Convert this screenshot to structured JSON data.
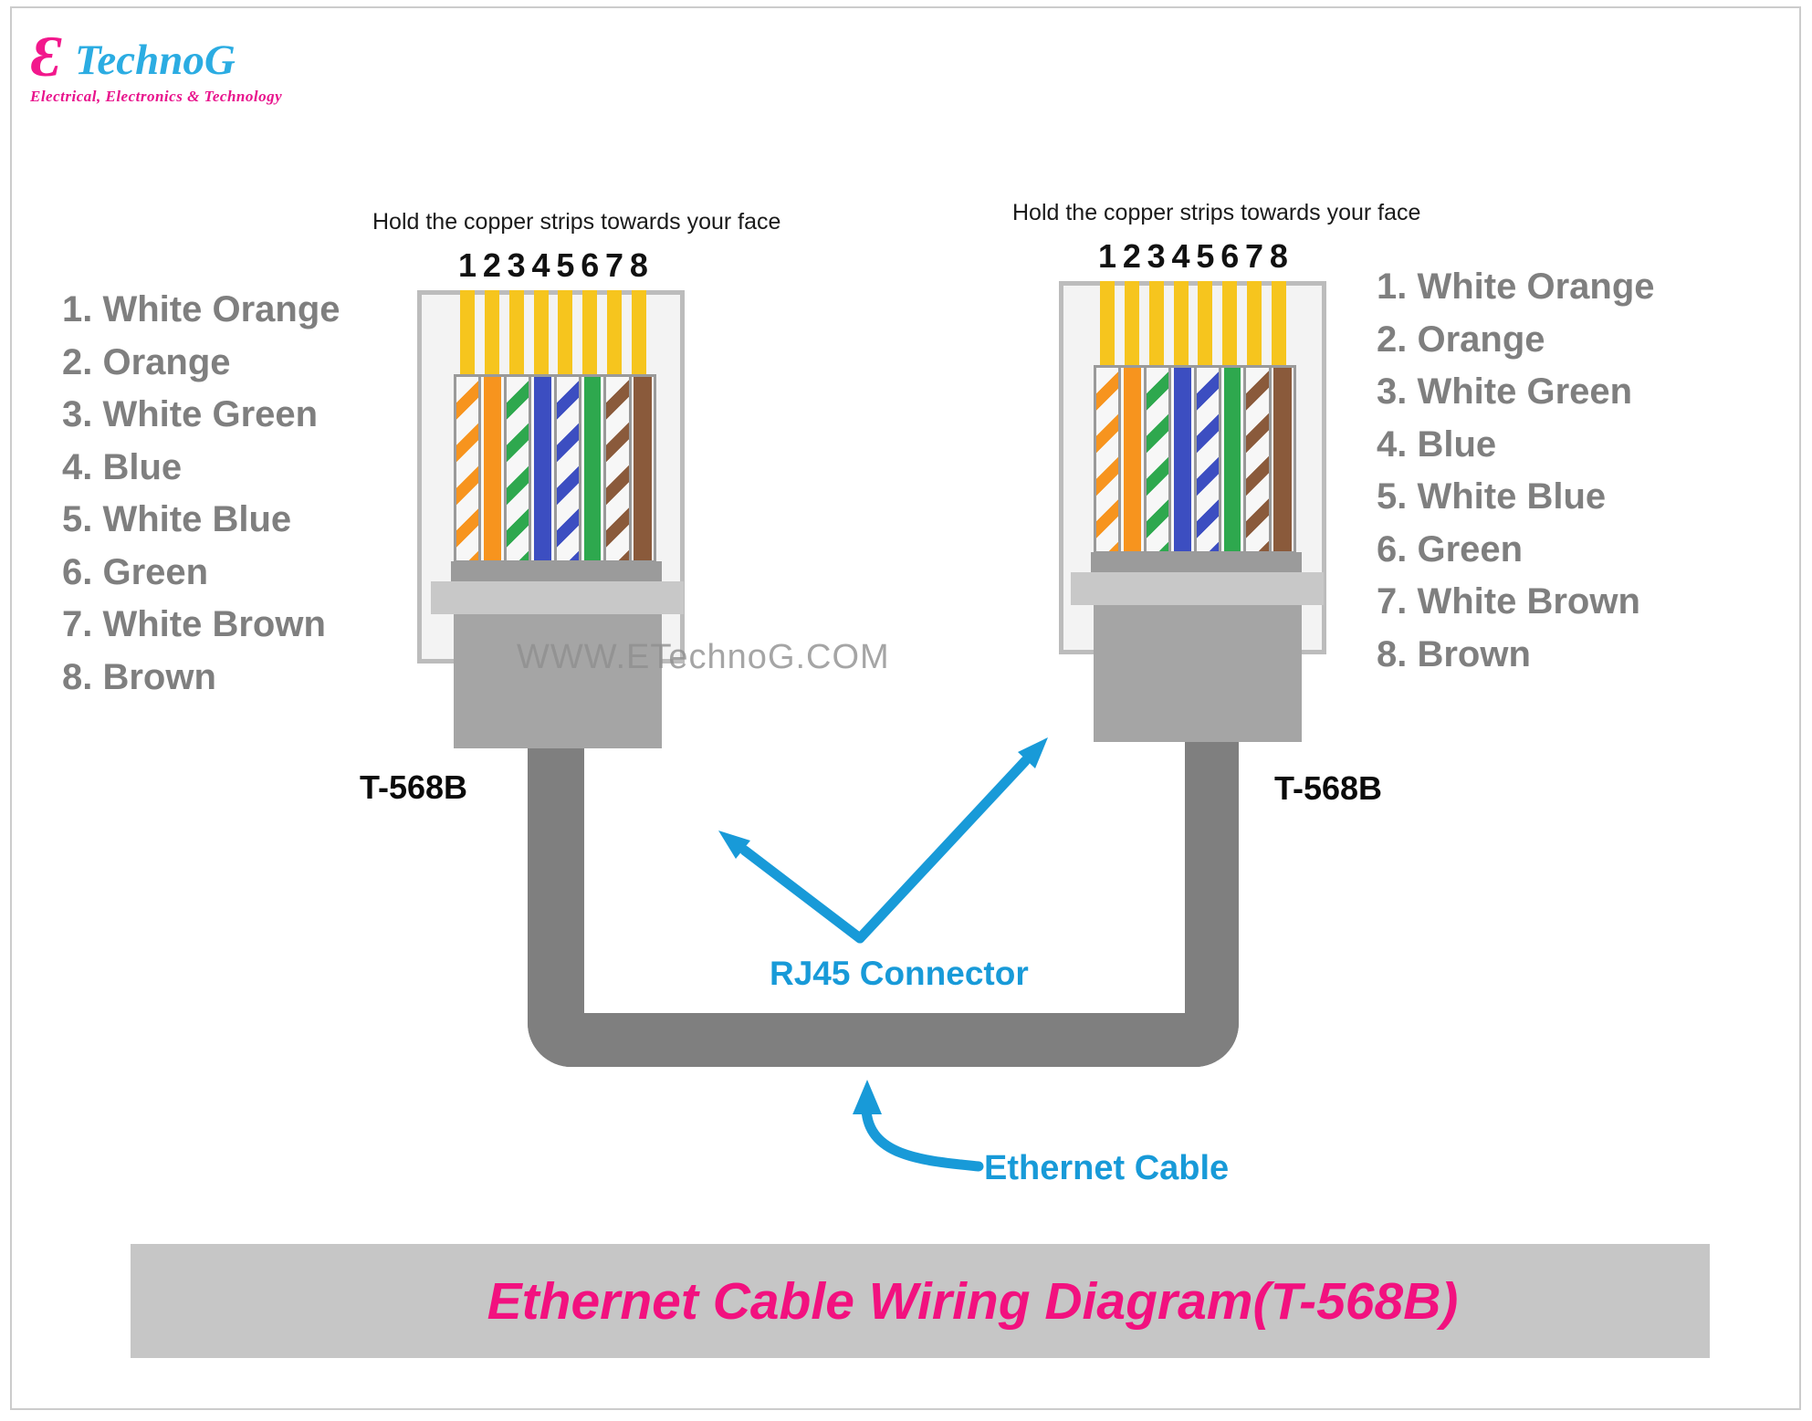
{
  "brand": {
    "initial": "Ɛ",
    "name_rest": "TechnoG",
    "tagline": "Electrical, Electronics & Technology"
  },
  "instructions": {
    "hold": "Hold the copper strips towards your face"
  },
  "pin_numbers": [
    "1",
    "2",
    "3",
    "4",
    "5",
    "6",
    "7",
    "8"
  ],
  "wire_list": [
    "1. White Orange",
    "2. Orange",
    "3. White Green",
    "4. Blue",
    "5. White Blue",
    "6. Green",
    "7. White Brown",
    "8. Brown"
  ],
  "wiring_t568b": [
    {
      "pin": 1,
      "color": "White Orange",
      "style": "striped",
      "hex": "#f7941e"
    },
    {
      "pin": 2,
      "color": "Orange",
      "style": "solid",
      "hex": "#f7941e"
    },
    {
      "pin": 3,
      "color": "White Green",
      "style": "striped",
      "hex": "#2ea84e"
    },
    {
      "pin": 4,
      "color": "Blue",
      "style": "solid",
      "hex": "#3c4ec1"
    },
    {
      "pin": 5,
      "color": "White Blue",
      "style": "striped",
      "hex": "#3c4ec1"
    },
    {
      "pin": 6,
      "color": "Green",
      "style": "solid",
      "hex": "#2ea84e"
    },
    {
      "pin": 7,
      "color": "White Brown",
      "style": "striped",
      "hex": "#8a5a3b"
    },
    {
      "pin": 8,
      "color": "Brown",
      "style": "solid",
      "hex": "#8a5a3b"
    }
  ],
  "connector_standard": "T-568B",
  "labels": {
    "rj45": "RJ45 Connector",
    "cable": "Ethernet Cable"
  },
  "watermark": "WWW.ETechnoG.COM",
  "banner": {
    "title": "Ethernet Cable Wiring Diagram(T-568B)"
  },
  "colors": {
    "pin_copper": "#f6c51e",
    "orange": "#f7941e",
    "green": "#2ea84e",
    "blue": "#3c4ec1",
    "brown": "#8a5a3b",
    "cable_gray": "#7f7f7f",
    "boot_gray": "#a5a5a5",
    "arrow_blue": "#189ad8",
    "brand_pink": "#f2188c",
    "brand_cyan": "#2bace2",
    "banner_pink": "#f2117f",
    "banner_gray": "#c6c6c6",
    "list_gray": "#7f7f7f"
  }
}
